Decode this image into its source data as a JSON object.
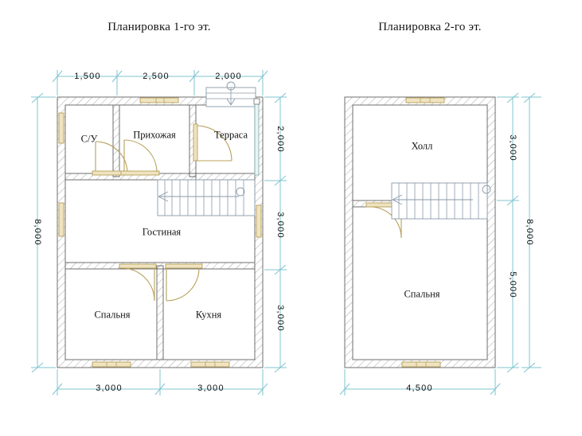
{
  "page": {
    "background": "#ffffff",
    "drawing_type": "architectural-floor-plan",
    "colors": {
      "wall_line": "#6f6f6f",
      "wall_hatch": "#9a9a9a",
      "door": "#b8a05a",
      "window": "#c9b272",
      "dimension": "#7fc4cf",
      "stair": "#8a9aa8",
      "text": "#111111"
    }
  },
  "plans": [
    {
      "id": "floor-1",
      "title": "Планировка 1-го эт.",
      "rooms": [
        {
          "name": "С/У"
        },
        {
          "name": "Прихожая"
        },
        {
          "name": "Терраса"
        },
        {
          "name": "Гостиная"
        },
        {
          "name": "Спальня"
        },
        {
          "name": "Кухня"
        }
      ],
      "dimensions": {
        "top": [
          "1,500",
          "2,500",
          "2,000"
        ],
        "bottom": [
          "3,000",
          "3,000"
        ],
        "left": [
          "8,000"
        ],
        "right": [
          "2,000",
          "3,000",
          "3,000"
        ]
      },
      "stairs": {
        "direction": "up",
        "label": ""
      },
      "entry_steps": {
        "direction": "down"
      }
    },
    {
      "id": "floor-2",
      "title": "Планировка 2-го эт.",
      "rooms": [
        {
          "name": "Холл"
        },
        {
          "name": "Спальня"
        }
      ],
      "dimensions": {
        "bottom": [
          "4,500"
        ],
        "right_inner": [
          "3,000",
          "5,000"
        ],
        "right_outer": [
          "8,000"
        ]
      },
      "stairs": {
        "direction": "down",
        "label": ""
      }
    }
  ],
  "labels": {
    "f1_su": "С/У",
    "f1_prihozhaya": "Прихожая",
    "f1_terrasa": "Терраса",
    "f1_gostinaya": "Гостиная",
    "f1_spalnya": "Спальня",
    "f1_kuhnya": "Кухня",
    "f2_holl": "Холл",
    "f2_spalnya": "Спальня"
  },
  "dims": {
    "f1_top_1": "1,500",
    "f1_top_2": "2,500",
    "f1_top_3": "2,000",
    "f1_bot_1": "3,000",
    "f1_bot_2": "3,000",
    "f1_left_1": "8,000",
    "f1_right_1": "2,000",
    "f1_right_2": "3,000",
    "f1_right_3": "3,000",
    "f2_bot_1": "4,500",
    "f2_right_in_1": "3,000",
    "f2_right_in_2": "5,000",
    "f2_right_out_1": "8,000"
  }
}
